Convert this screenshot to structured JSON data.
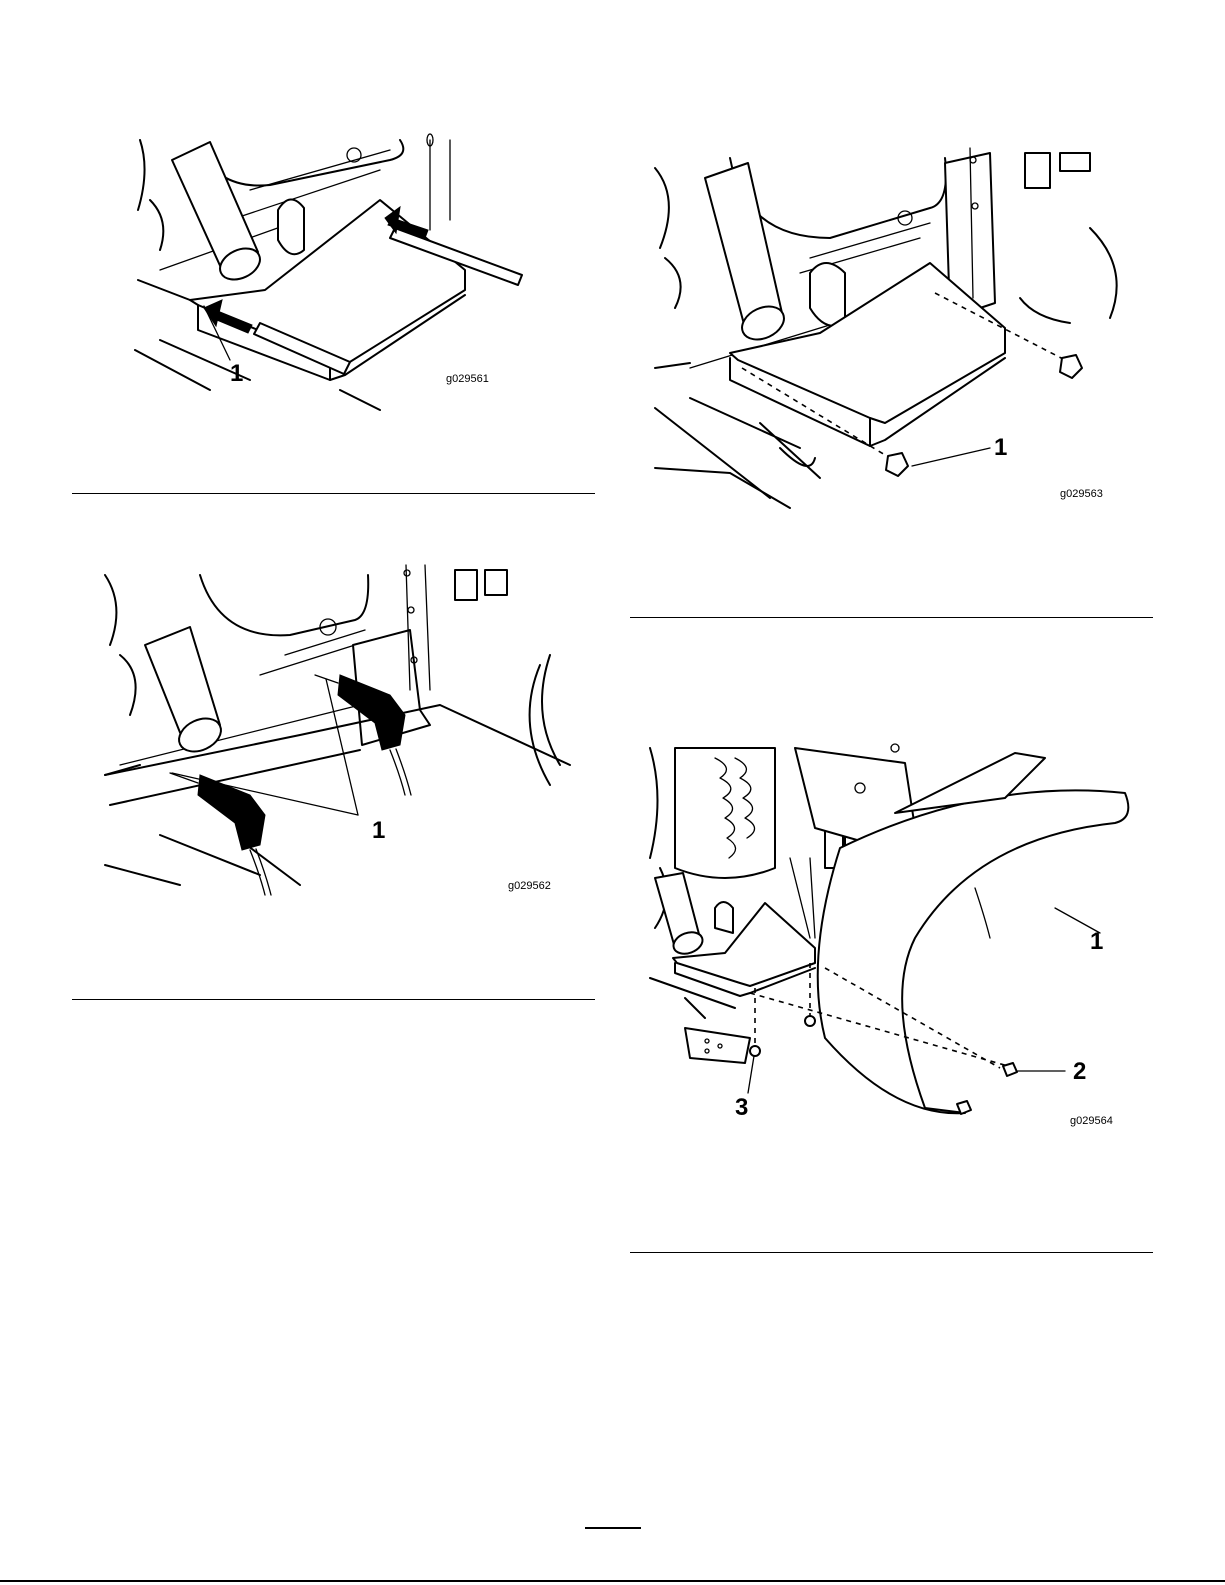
{
  "figures": [
    {
      "id": "g029561",
      "callouts": [
        "1"
      ]
    },
    {
      "id": "g029562",
      "callouts": [
        "1"
      ]
    },
    {
      "id": "g029563",
      "callouts": [
        "1"
      ]
    },
    {
      "id": "g029564",
      "callouts": [
        "1",
        "2",
        "3"
      ]
    }
  ],
  "page_number": ""
}
